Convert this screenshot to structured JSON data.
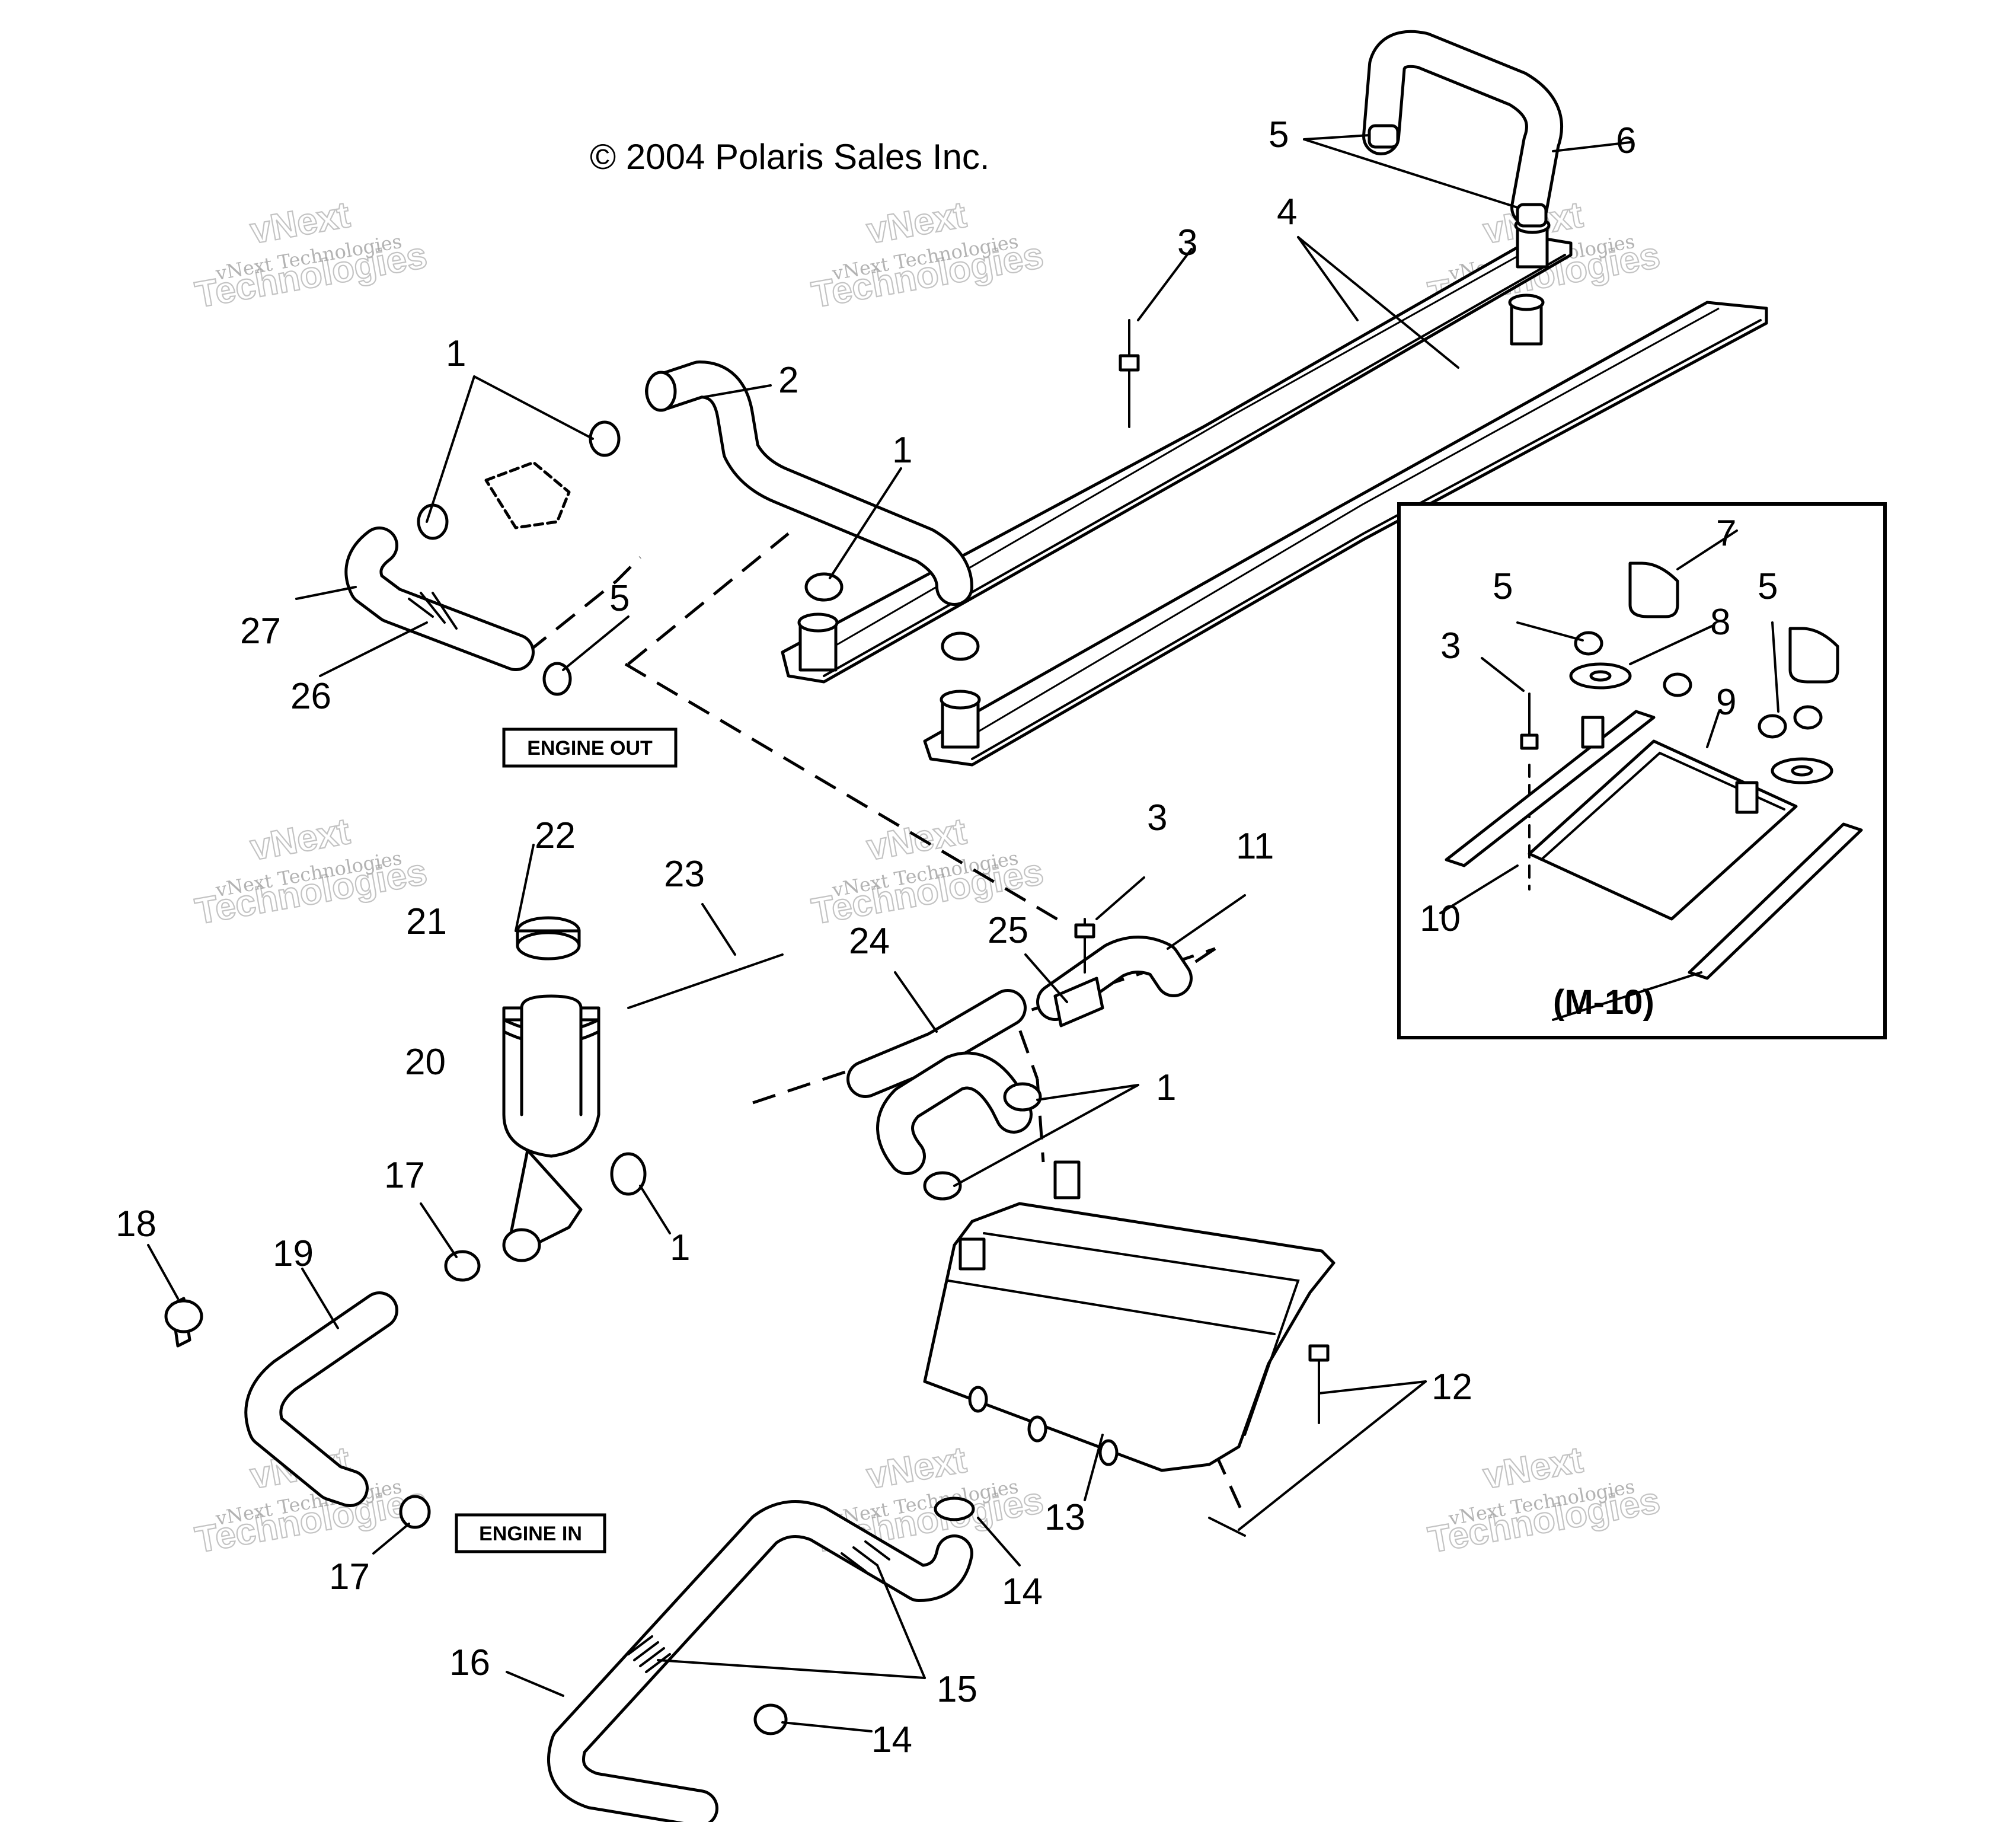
{
  "copyright": "© 2004 Polaris Sales Inc.",
  "tags": {
    "engine_out": "ENGINE OUT",
    "engine_in": "ENGINE IN"
  },
  "inset": {
    "title": "(M-10)"
  },
  "watermark": {
    "line1": "vNext Technologies",
    "line2": "Technologies",
    "line3": "vNext"
  },
  "callouts": [
    "1",
    "2",
    "3",
    "4",
    "5",
    "6",
    "7",
    "8",
    "9",
    "10",
    "11",
    "12",
    "13",
    "14",
    "15",
    "16",
    "17",
    "18",
    "19",
    "20",
    "21",
    "22",
    "23",
    "24",
    "25",
    "26",
    "27"
  ]
}
